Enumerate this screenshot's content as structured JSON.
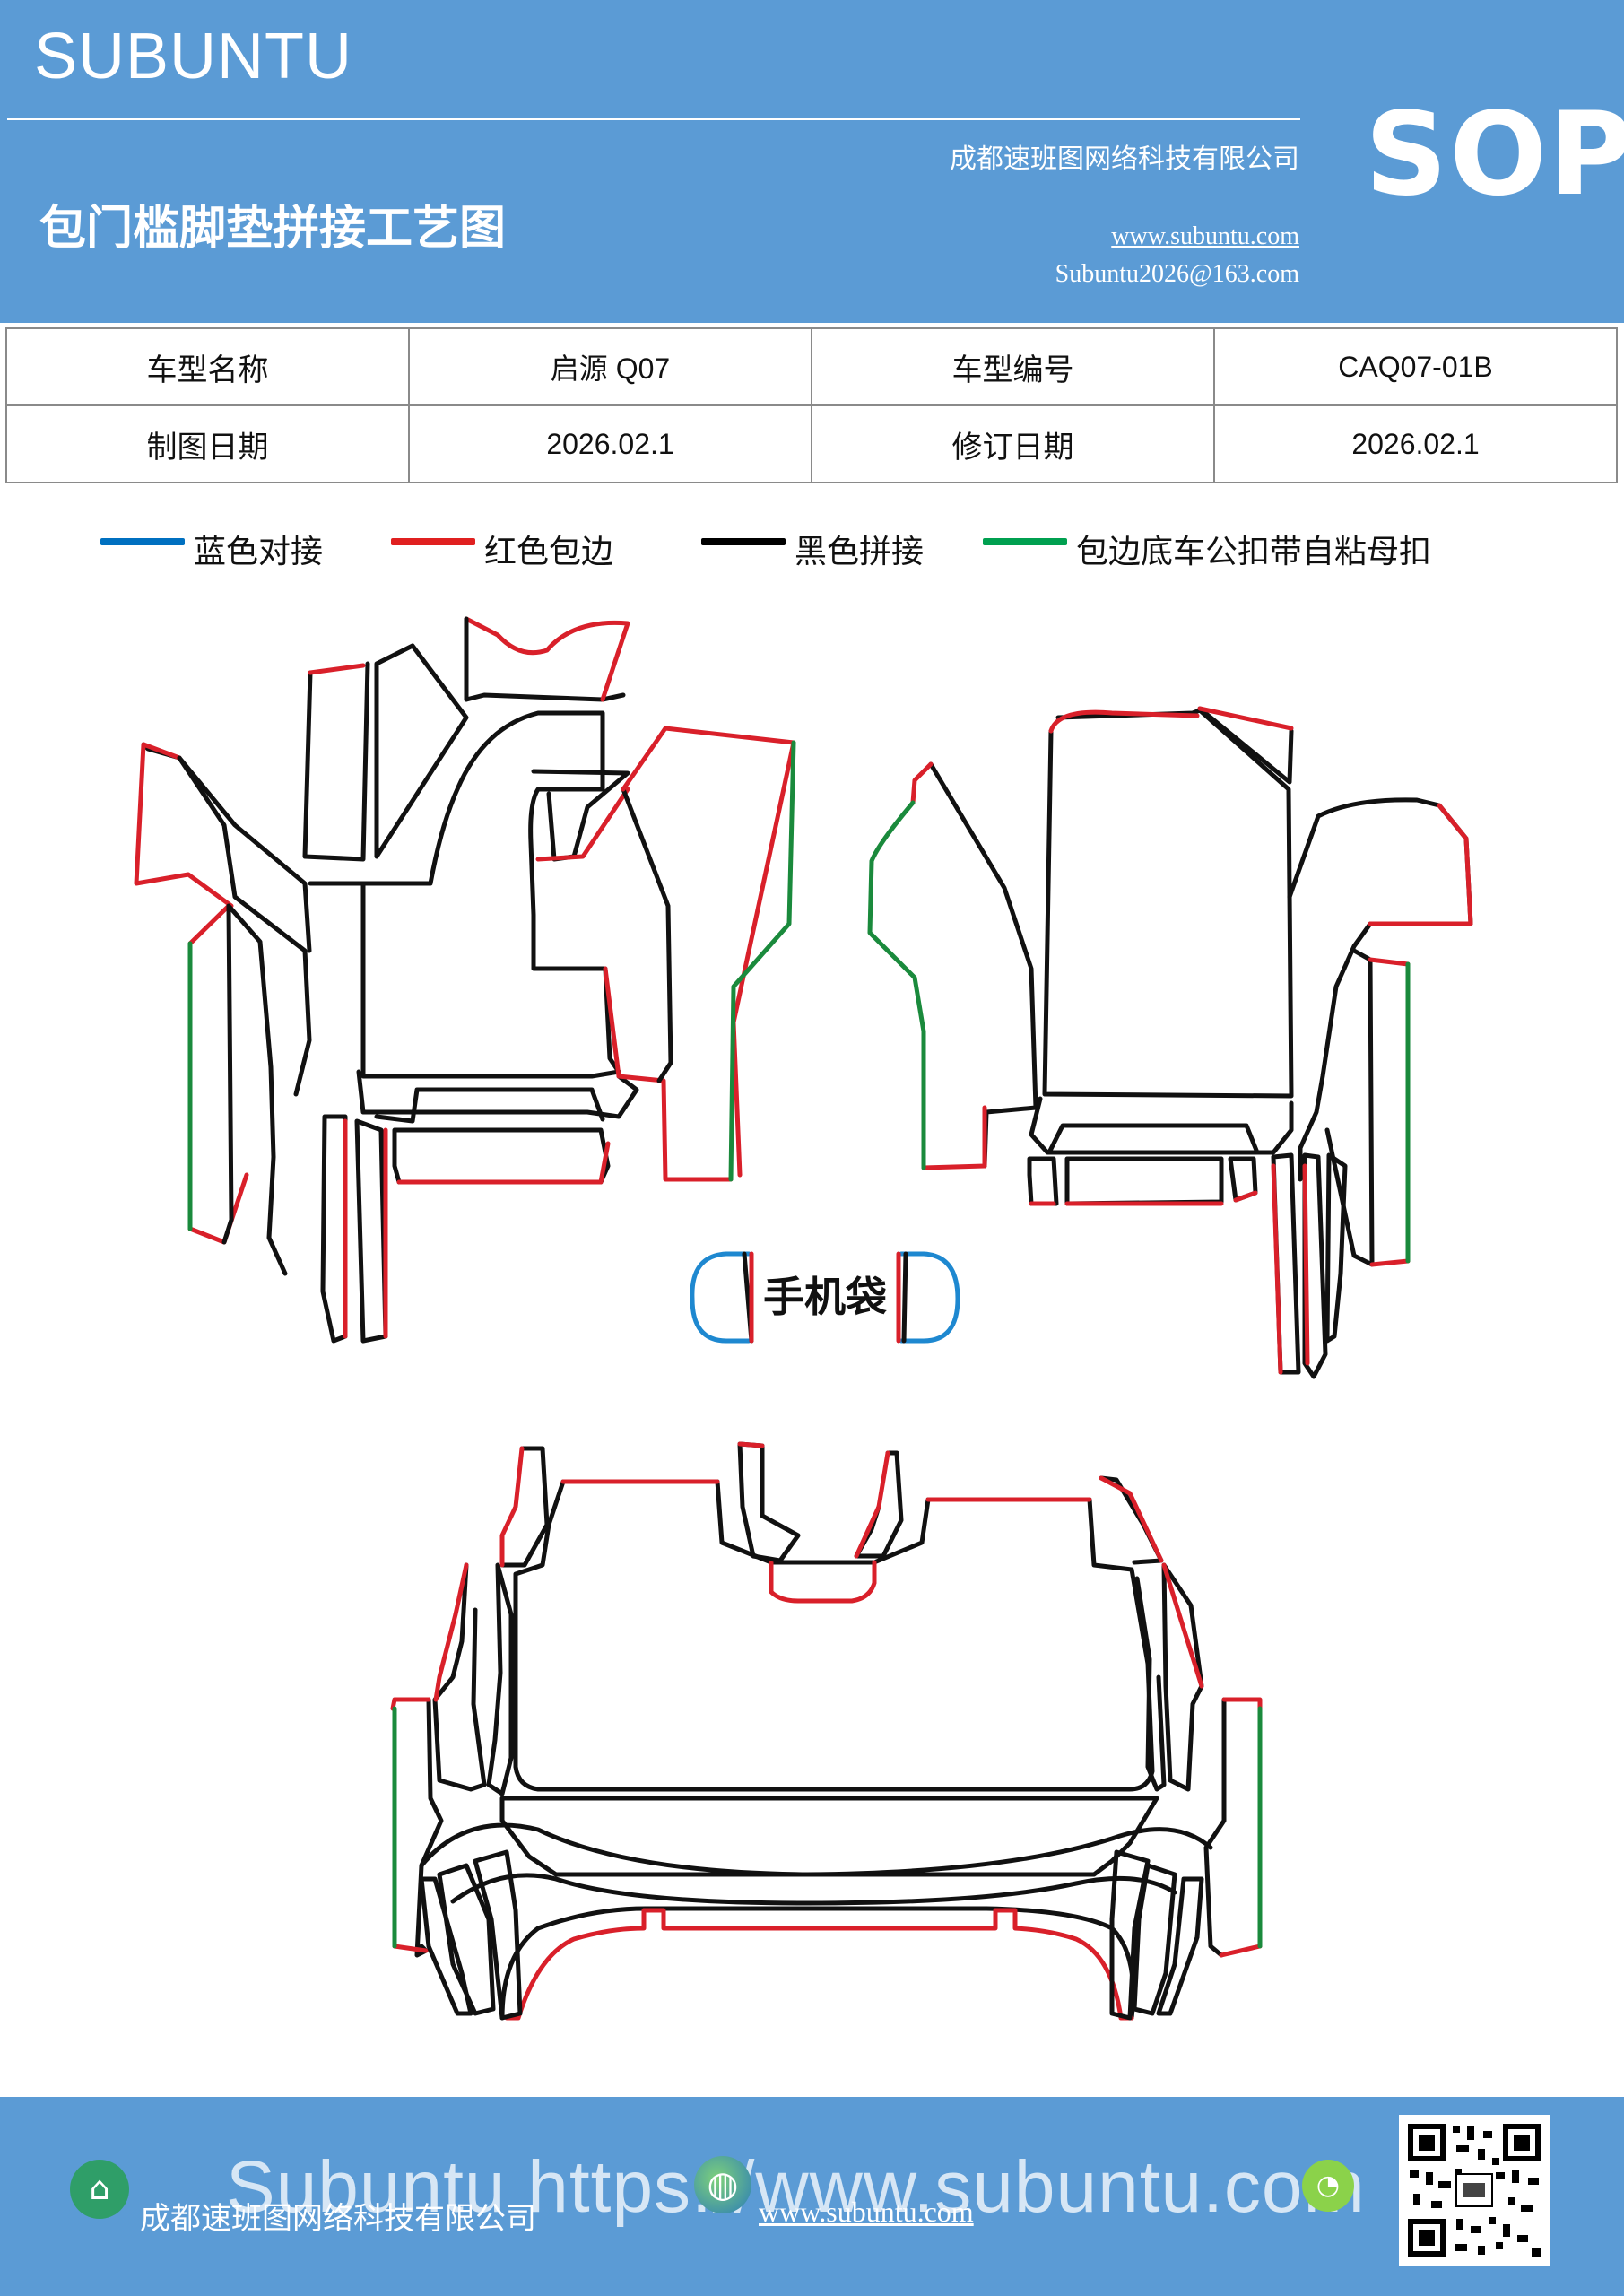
{
  "header": {
    "brand": "SUBUNTU",
    "doc_title": "包门槛脚垫拼接工艺图",
    "company": "成都速班图网络科技有限公司",
    "website": "www.subuntu.com",
    "email": "Subuntu2026@163.com",
    "badge": "SOP"
  },
  "info_table": {
    "rows": [
      [
        "车型名称",
        "启源 Q07",
        "车型编号",
        "CAQ07-01B"
      ],
      [
        "制图日期",
        "2026.02.1",
        "修订日期",
        "2026.02.1"
      ]
    ]
  },
  "legend": [
    {
      "label": "蓝色对接",
      "color": "#0070c0"
    },
    {
      "label": "红色包边",
      "color": "#e02020"
    },
    {
      "label": "黑色拼接",
      "color": "#000000"
    },
    {
      "label": "包边底车公扣带自粘母扣",
      "color": "#00a050"
    }
  ],
  "diagram": {
    "pocket_label": "手机袋",
    "edge_colors": {
      "black": "#111111",
      "red": "#d9202a",
      "green": "#1a8a3c",
      "blue": "#1e88d0"
    }
  },
  "footer": {
    "company": "成都速班图网络科技有限公司",
    "website": "www.subuntu.com",
    "watermark": "Subuntu https://www.subuntu.com",
    "house_icon": "house-icon",
    "globe_icon": "globe-icon",
    "wechat_icon": "wechat-icon",
    "qr": "qr-code"
  }
}
